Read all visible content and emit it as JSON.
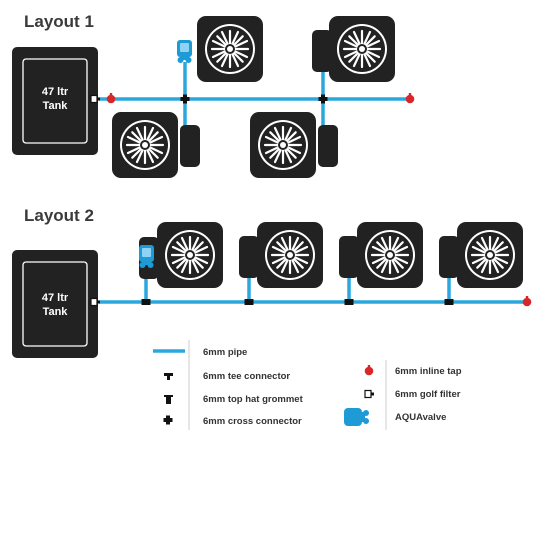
{
  "layouts": [
    {
      "title": "Layout 1",
      "tank_label_line1": "47 ltr",
      "tank_label_line2": "Tank"
    },
    {
      "title": "Layout 2",
      "tank_label_line1": "47 ltr",
      "tank_label_line2": "Tank"
    }
  ],
  "legend": {
    "pipe": "6mm pipe",
    "tee": "6mm tee connector",
    "grommet": "6mm top hat grommet",
    "cross": "6mm cross connector",
    "tap": "6mm inline tap",
    "filter": "6mm golf filter",
    "aquavalve": "AQUAvalve"
  },
  "colors": {
    "pipe": "#2aa8de",
    "tap": "#d8262b",
    "pot": "#222222",
    "aquavalve": "#1e9ad6",
    "text": "#333333"
  }
}
